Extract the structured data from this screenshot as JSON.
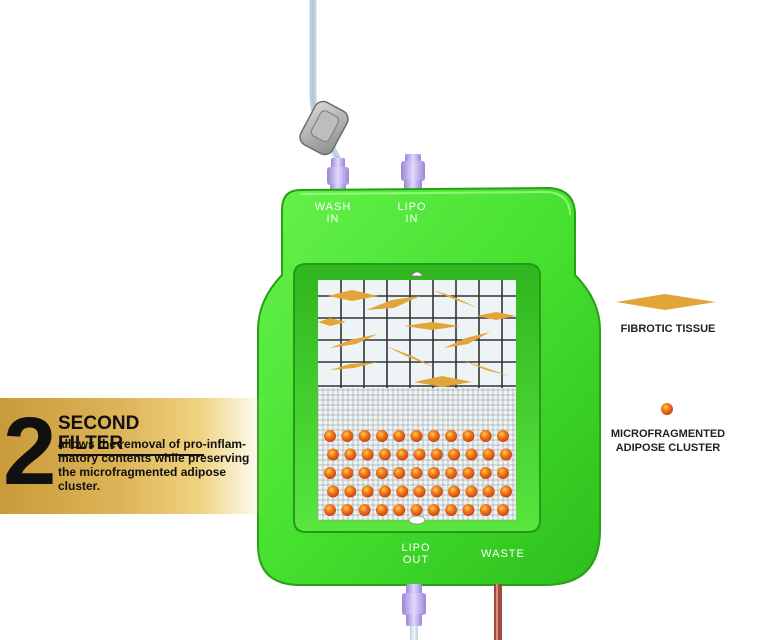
{
  "device": {
    "wash_in": "WASH\nIN",
    "lipo_in": "LIPO\nIN",
    "lipo_out": "LIPO\nOUT",
    "waste": "WASTE"
  },
  "banner": {
    "number": "2",
    "title": "SECOND FILTER",
    "description": "allows the removal of pro-inflam-matory contents while preserving the microfragmented adipose cluster."
  },
  "legend": {
    "fibrotic_label": "FIBROTIC TISSUE",
    "cluster_label": "MICROFRAGMENTED ADIPOSE CLUSTER"
  },
  "colors": {
    "device_green": "#4fe63a",
    "fibrotic": "#e3a83a",
    "cluster": "#f06a1c",
    "connector": "#b9a6e6",
    "banner_gold": "#d9ae52"
  },
  "icons": {
    "connector": "luer-connector-icon",
    "clamp": "tube-clamp-icon"
  }
}
